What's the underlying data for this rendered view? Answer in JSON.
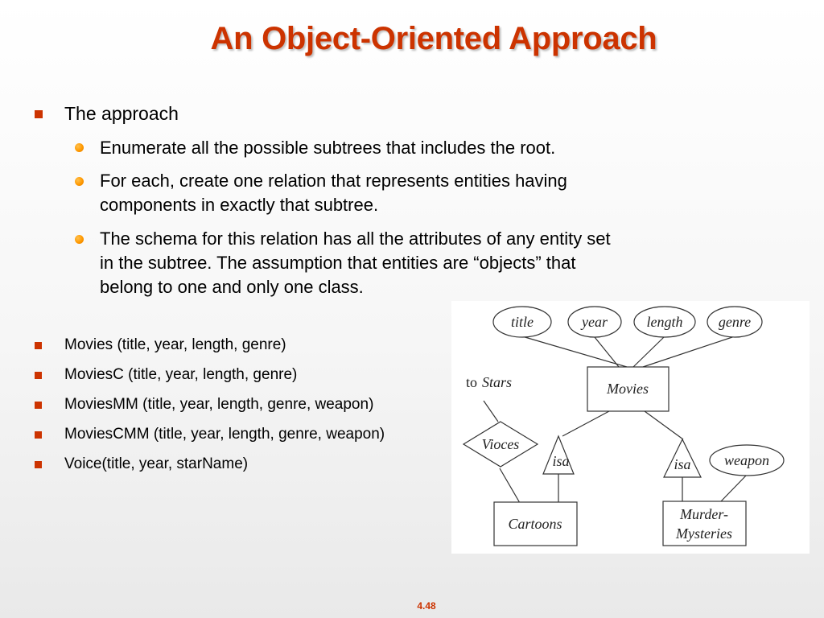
{
  "slide": {
    "title": "An Object-Oriented Approach",
    "page_number": "4.48"
  },
  "approach": {
    "heading": "The approach",
    "points": [
      [
        "Enumerate all the possible subtrees that includes the root."
      ],
      [
        "For each, create one relation that represents entities having",
        "components in exactly that subtree."
      ],
      [
        "The schema for this relation has all the attributes of any entity set",
        "in the subtree. The assumption that entities are “objects” that",
        "belong to one and only one class."
      ]
    ]
  },
  "relations": [
    "Movies (title, year, length, genre)",
    "MoviesC (title, year, length, genre)",
    "MoviesMM (title, year, length, genre, weapon)",
    "MoviesCMM (title, year, length, genre, weapon)",
    "Voice(title, year, starName)"
  ],
  "diagram": {
    "attributes": [
      "title",
      "year",
      "length",
      "genre"
    ],
    "root_entity": "Movies",
    "to_label_prefix": "to",
    "to_label_target": "Stars",
    "relationship": "Vioces",
    "isa_left": "isa",
    "isa_right": "isa",
    "weapon_attribute": "weapon",
    "entity_cartoons": "Cartoons",
    "entity_murder_line1": "Murder-",
    "entity_murder_line2": "Mysteries"
  },
  "colors": {
    "title": "#cc3300",
    "square_bullet": "#cc3300",
    "round_bullet": "#ff9900"
  }
}
